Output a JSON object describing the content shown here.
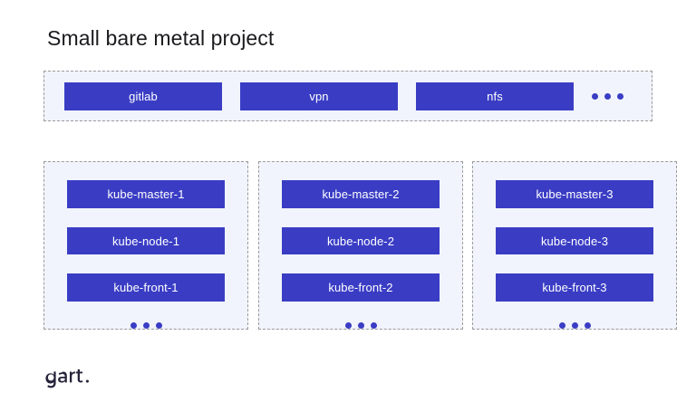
{
  "slide": {
    "title": "Small bare metal project",
    "background_color": "#ffffff",
    "accent_color": "#3a3dc4",
    "panel_color": "#f1f4fc",
    "panel_border_color": "#9a9a9a",
    "title_color": "#1b1b1f"
  },
  "services": {
    "name": "services-row",
    "items": [
      {
        "label": "gitlab"
      },
      {
        "label": "vpn"
      },
      {
        "label": "nfs"
      }
    ],
    "more_indicator": "..."
  },
  "clusters": [
    {
      "name": "cluster-1",
      "nodes": [
        {
          "label": "kube-master-1"
        },
        {
          "label": "kube-node-1"
        },
        {
          "label": "kube-front-1"
        }
      ],
      "more_indicator": "..."
    },
    {
      "name": "cluster-2",
      "nodes": [
        {
          "label": "kube-master-2"
        },
        {
          "label": "kube-node-2"
        },
        {
          "label": "kube-front-2"
        }
      ],
      "more_indicator": "..."
    },
    {
      "name": "cluster-3",
      "nodes": [
        {
          "label": "kube-master-3"
        },
        {
          "label": "kube-node-3"
        },
        {
          "label": "kube-front-3"
        }
      ],
      "more_indicator": "..."
    }
  ],
  "logo": {
    "text": "gart.",
    "color": "#26233a"
  }
}
